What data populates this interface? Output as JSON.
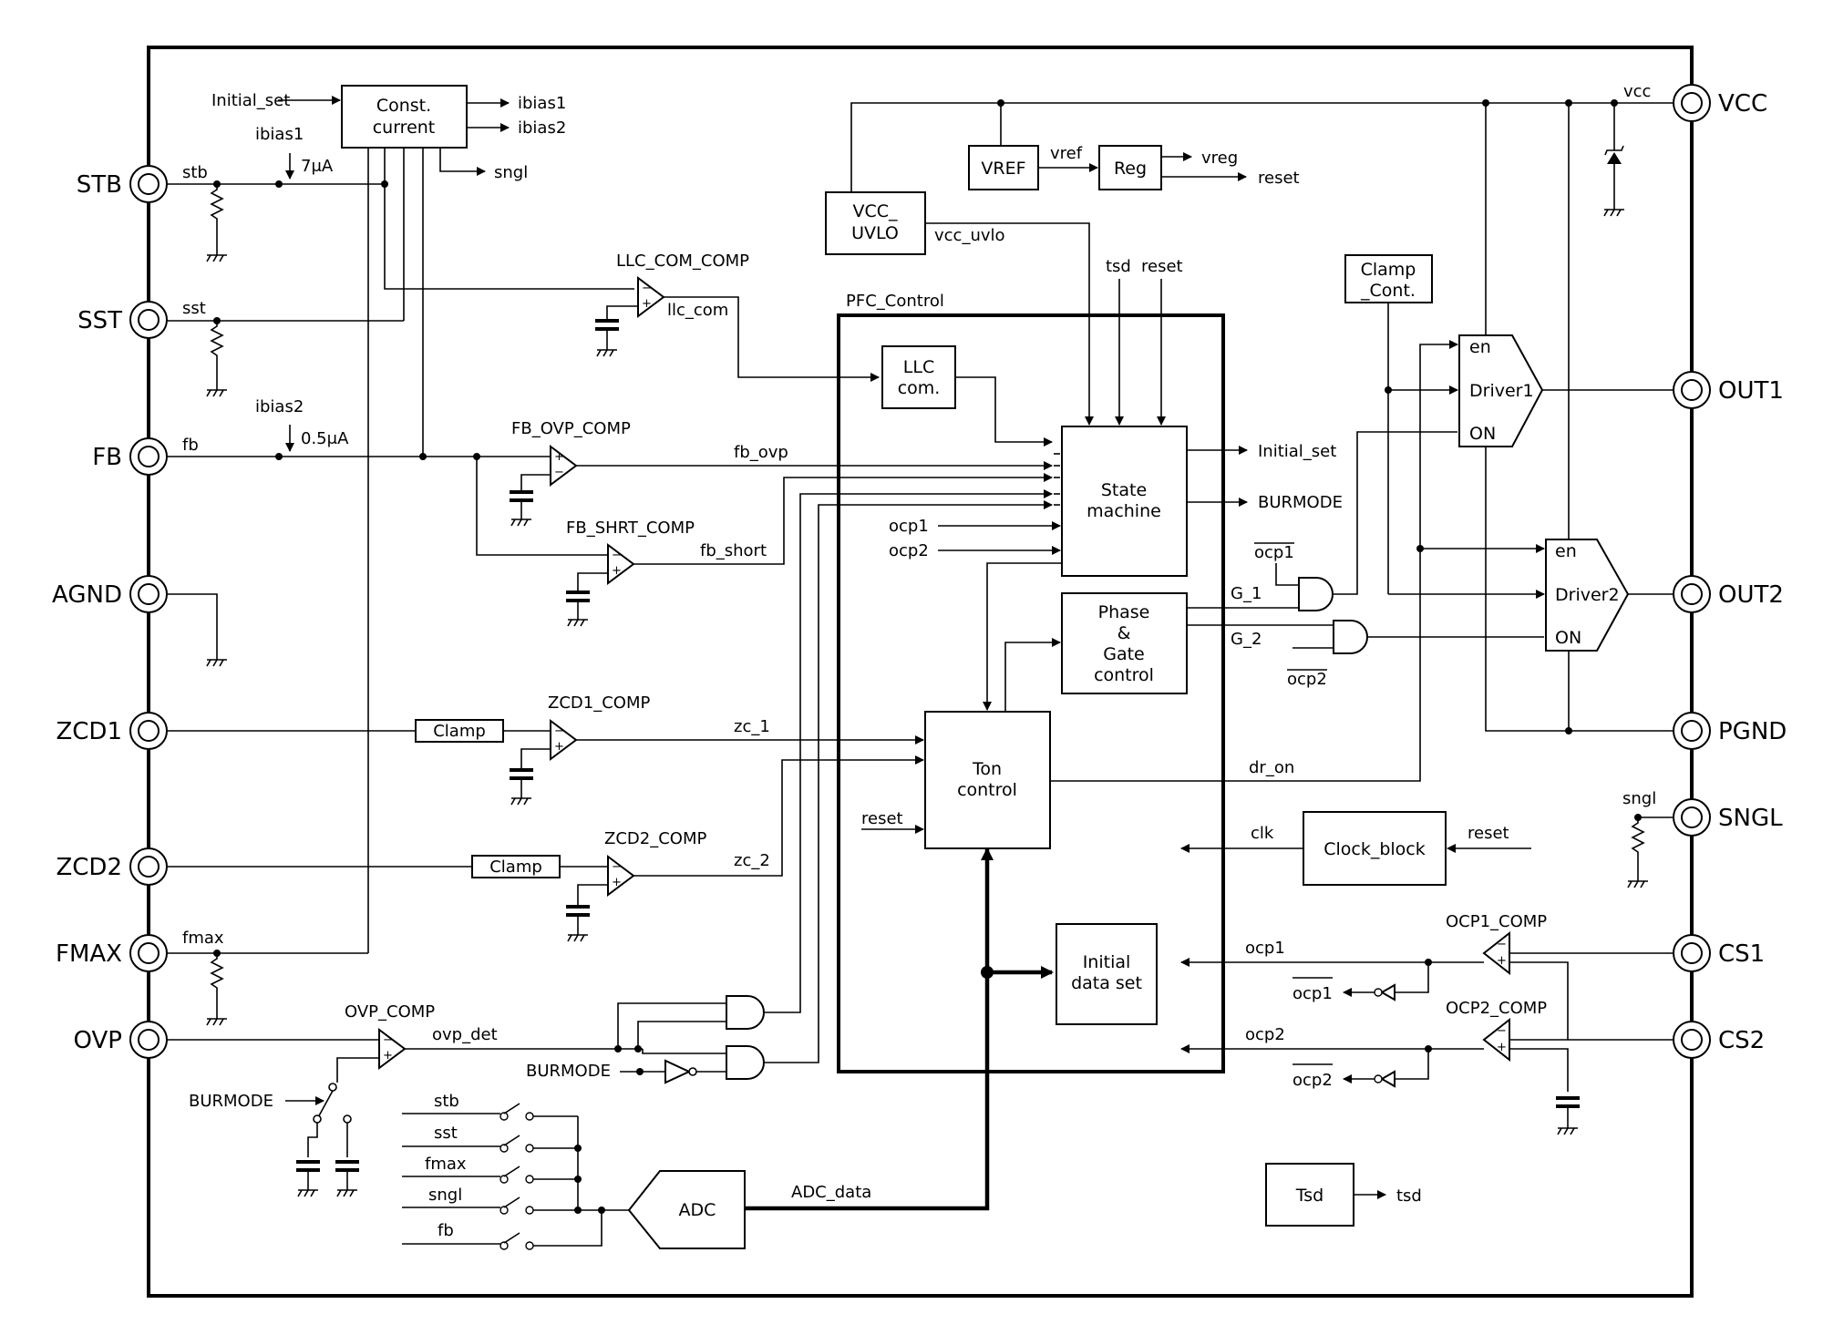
{
  "pins": {
    "left": [
      "STB",
      "SST",
      "FB",
      "AGND",
      "ZCD1",
      "ZCD2",
      "FMAX",
      "OVP"
    ],
    "right": [
      "VCC",
      "OUT1",
      "OUT2",
      "PGND",
      "SNGL",
      "CS1",
      "CS2"
    ]
  },
  "blocks": {
    "const_current": [
      "Const.",
      "current"
    ],
    "vref": "VREF",
    "reg": "Reg",
    "vcc_uvlo": [
      "VCC_",
      "UVLO"
    ],
    "clamp_cont": [
      "Clamp",
      "_Cont."
    ],
    "pfc_control": "PFC_Control",
    "llc_com": [
      "LLC",
      "com."
    ],
    "state_machine": [
      "State",
      "machine"
    ],
    "phase_gate": [
      "Phase",
      "&",
      "Gate",
      "control"
    ],
    "ton_control": [
      "Ton",
      "control"
    ],
    "initial_data": [
      "Initial",
      "data set"
    ],
    "clock_block": "Clock_block",
    "adc": "ADC",
    "tsd": "Tsd",
    "driver1": "Driver1",
    "driver2": "Driver2",
    "clamp": "Clamp"
  },
  "comparators": [
    "LLC_COM_COMP",
    "FB_OVP_COMP",
    "FB_SHRT_COMP",
    "ZCD1_COMP",
    "ZCD2_COMP",
    "OVP_COMP",
    "OCP1_COMP",
    "OCP2_COMP"
  ],
  "signals": {
    "initial_set": "Initial_set",
    "ibias1": "ibias1",
    "ibias2": "ibias2",
    "sngl": "sngl",
    "ibias1_label": "ibias1",
    "i7": "7μA",
    "ibias2_label": "ibias2",
    "i05": "0.5μA",
    "stb": "stb",
    "sst": "sst",
    "fb": "fb",
    "fmax": "fmax",
    "llc_com": "llc_com",
    "fb_ovp": "fb_ovp",
    "fb_short": "fb_short",
    "zc_1": "zc_1",
    "zc_2": "zc_2",
    "ovp_det": "ovp_det",
    "burmode": "BURMODE",
    "vref": "vref",
    "vreg": "vreg",
    "reset": "reset",
    "vcc_uvlo": "vcc_uvlo",
    "vcc": "vcc",
    "tsd": "tsd",
    "ocp1": "ocp1",
    "ocp2": "ocp2",
    "g1": "G_1",
    "g2": "G_2",
    "dr_on": "dr_on",
    "clk": "clk",
    "adc_data": "ADC_data",
    "en": "en",
    "on": "ON",
    "sm_initial_set": "Initial_set",
    "sm_burmode": "BURMODE"
  },
  "adc_inputs": [
    "stb",
    "sst",
    "fmax",
    "sngl",
    "fb"
  ]
}
